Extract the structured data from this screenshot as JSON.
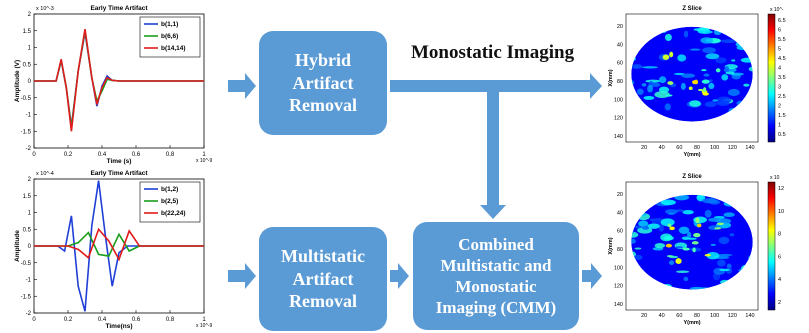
{
  "monostatic_label": "Monostatic Imaging",
  "boxes": {
    "hybrid": "Hybrid\nArtifact\nRemoval",
    "multistatic": "Multistatic\nArtifact\nRemoval",
    "combined": "Combined\nMultistatic and\nMonostatic\nImaging (CMM)"
  },
  "colors": {
    "box": "#5b9bd5",
    "arrow": "#5b9bd5",
    "blue": "#1f3fd6",
    "green": "#1a9e1a",
    "red": "#e11b1b"
  },
  "chart_data": [
    {
      "type": "line",
      "title": "Early Time Artifact",
      "xlabel": "Time (s)",
      "ylabel": "Amplitude (V)",
      "x_ticks": [
        "0",
        "0.2",
        "0.4",
        "0.6",
        "0.8",
        "1"
      ],
      "x_exponent": "x 10^-9",
      "y_ticks": [
        "2",
        "1.5",
        "1",
        "0.5",
        "0",
        "-0.5",
        "-1",
        "-1.5",
        "-2"
      ],
      "y_exponent": "x 10^-3",
      "xlim": [
        0,
        1
      ],
      "ylim": [
        -2,
        2
      ],
      "series": [
        {
          "name": "b(1,1)",
          "color": "#1f3fd6",
          "x": [
            0,
            0.13,
            0.16,
            0.19,
            0.22,
            0.26,
            0.3,
            0.34,
            0.37,
            0.4,
            0.43,
            0.46,
            0.5,
            1
          ],
          "y": [
            0,
            0,
            0.6,
            -0.2,
            -1.35,
            0.3,
            1.45,
            0.1,
            -0.75,
            -0.15,
            0.15,
            0.02,
            0,
            0
          ]
        },
        {
          "name": "b(6,6)",
          "color": "#1a9e1a",
          "x": [
            0,
            0.13,
            0.16,
            0.19,
            0.22,
            0.26,
            0.3,
            0.34,
            0.37,
            0.4,
            0.43,
            0.46,
            0.5,
            1
          ],
          "y": [
            0,
            0,
            0.62,
            -0.2,
            -1.4,
            0.3,
            1.5,
            0.1,
            -0.6,
            -0.3,
            0.05,
            0.02,
            0,
            0
          ]
        },
        {
          "name": "b(14,14)",
          "color": "#e11b1b",
          "x": [
            0,
            0.13,
            0.16,
            0.19,
            0.22,
            0.26,
            0.3,
            0.34,
            0.37,
            0.4,
            0.43,
            0.46,
            0.5,
            1
          ],
          "y": [
            0,
            0,
            0.65,
            -0.2,
            -1.5,
            0.3,
            1.55,
            0.1,
            -0.7,
            -0.2,
            0.1,
            0.02,
            0,
            0
          ]
        }
      ]
    },
    {
      "type": "line",
      "title": "Early Time Artifact",
      "xlabel": "Time(ns)",
      "ylabel": "Amplitude",
      "x_ticks": [
        "0",
        "0.2",
        "0.4",
        "0.6",
        "0.8",
        "1"
      ],
      "x_exponent": "x 10^-9",
      "y_ticks": [
        "2",
        "1.5",
        "1",
        "0.5",
        "0",
        "-0.5",
        "-1",
        "-1.5",
        "-2"
      ],
      "y_exponent": "x 10^-4",
      "xlim": [
        0,
        1
      ],
      "ylim": [
        -2,
        2
      ],
      "series": [
        {
          "name": "b(1,2)",
          "color": "#1f3fd6",
          "x": [
            0,
            0.14,
            0.18,
            0.22,
            0.26,
            0.3,
            0.34,
            0.38,
            0.42,
            0.46,
            0.5,
            0.55,
            1
          ],
          "y": [
            0,
            0,
            -0.15,
            0.9,
            -1.2,
            -1.95,
            0.6,
            1.95,
            0.3,
            -1.2,
            -0.2,
            0,
            0
          ]
        },
        {
          "name": "b(2,5)",
          "color": "#1a9e1a",
          "x": [
            0,
            0.2,
            0.26,
            0.32,
            0.38,
            0.44,
            0.5,
            0.56,
            0.62,
            1
          ],
          "y": [
            0,
            0,
            0.1,
            0.4,
            -0.25,
            -0.3,
            0.35,
            -0.15,
            0,
            0
          ]
        },
        {
          "name": "b(22,24)",
          "color": "#e11b1b",
          "x": [
            0,
            0.2,
            0.26,
            0.32,
            0.38,
            0.44,
            0.5,
            0.56,
            0.62,
            1
          ],
          "y": [
            0,
            0,
            -0.1,
            -0.35,
            0.5,
            0.15,
            -0.4,
            0.45,
            0,
            0
          ]
        }
      ]
    },
    {
      "type": "heatmap",
      "title": "Z Slice",
      "xlabel": "Y(mm)",
      "ylabel": "X(mm)",
      "x_ticks": [
        "20",
        "40",
        "60",
        "80",
        "100",
        "120",
        "140"
      ],
      "y_ticks": [
        "20",
        "40",
        "60",
        "80",
        "100",
        "120",
        "140"
      ],
      "colorbar_ticks": [
        "6.5",
        "6",
        "5.5",
        "5",
        "4.5",
        "4",
        "3.5",
        "3",
        "2.5",
        "2",
        "1.5",
        "1",
        "0.5"
      ],
      "colorbar_exponent": "x 10^-"
    },
    {
      "type": "heatmap",
      "title": "Z Slice",
      "xlabel": "Y(mm)",
      "ylabel": "X(mm)",
      "x_ticks": [
        "20",
        "40",
        "60",
        "80",
        "100",
        "120",
        "140"
      ],
      "y_ticks": [
        "20",
        "40",
        "60",
        "80",
        "100",
        "120",
        "140"
      ],
      "colorbar_ticks": [
        "12",
        "10",
        "8",
        "6",
        "4",
        "2"
      ],
      "colorbar_exponent": "x 10"
    }
  ]
}
